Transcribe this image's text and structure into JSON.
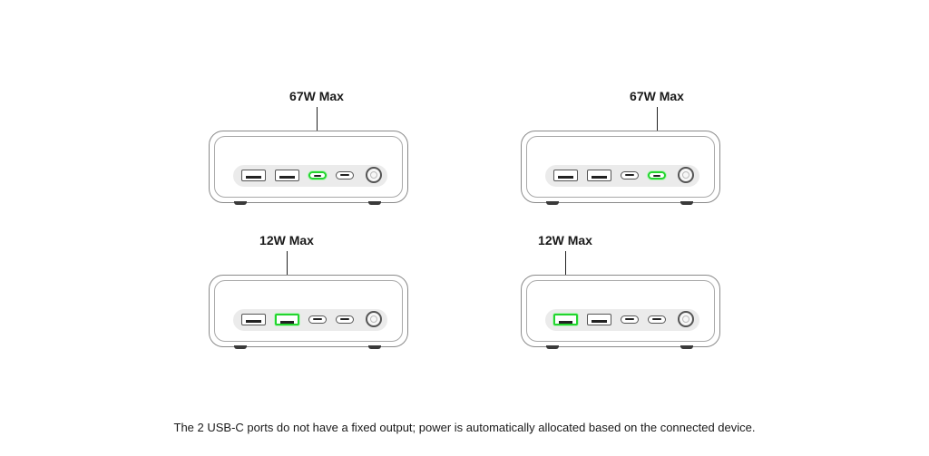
{
  "panels": [
    {
      "label": "67W Max",
      "highlight_port": "usb-c-1"
    },
    {
      "label": "67W Max",
      "highlight_port": "usb-c-2"
    },
    {
      "label": "12W Max",
      "highlight_port": "usb-a-2"
    },
    {
      "label": "12W Max",
      "highlight_port": "usb-a-1"
    }
  ],
  "caption": "The 2 USB-C ports do not have a fixed output; power is automatically allocated based on the connected device.",
  "colors": {
    "highlight": "#23d42f",
    "outline": "#8a8a8a",
    "text": "#1a1a1a"
  },
  "icons": [
    "usb-a-port-icon",
    "usb-c-port-icon",
    "power-button-icon"
  ]
}
